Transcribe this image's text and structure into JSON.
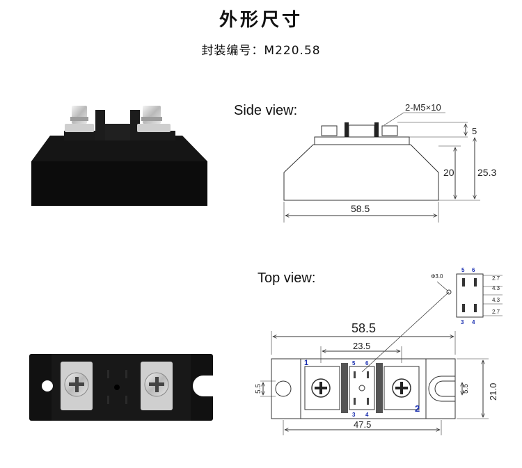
{
  "header": {
    "title": "外形尺寸",
    "package_label": "封装编号：M220.58"
  },
  "side_view": {
    "label": "Side view:",
    "screw_note": "2-M5×10",
    "dim_width": "58.5",
    "dim_body_height": "20",
    "dim_total_height": "25.3",
    "dim_screw_height": "5"
  },
  "top_view": {
    "label": "Top view:",
    "dim_length": "58.5",
    "dim_terminal_spacing": "23.5",
    "dim_mount_spacing": "47.5",
    "dim_width": "21.0",
    "dim_hole": "5.5",
    "dim_slot": "5.5",
    "pin_1": "1",
    "pin_2": "2",
    "pin_5": "5",
    "pin_6": "6",
    "pin_3": "3",
    "pin_4": "4"
  },
  "pin_detail": {
    "hole_dia": "Φ3.0",
    "pin_5": "5",
    "pin_6": "6",
    "pin_3": "3",
    "pin_4": "4",
    "dims": [
      "2.7",
      "4.3",
      "4.3",
      "2.7"
    ]
  },
  "colors": {
    "module_body": "#121212",
    "terminal": "#c8c8c8",
    "line": "#333333",
    "pin_label": "#1a2fb0"
  }
}
